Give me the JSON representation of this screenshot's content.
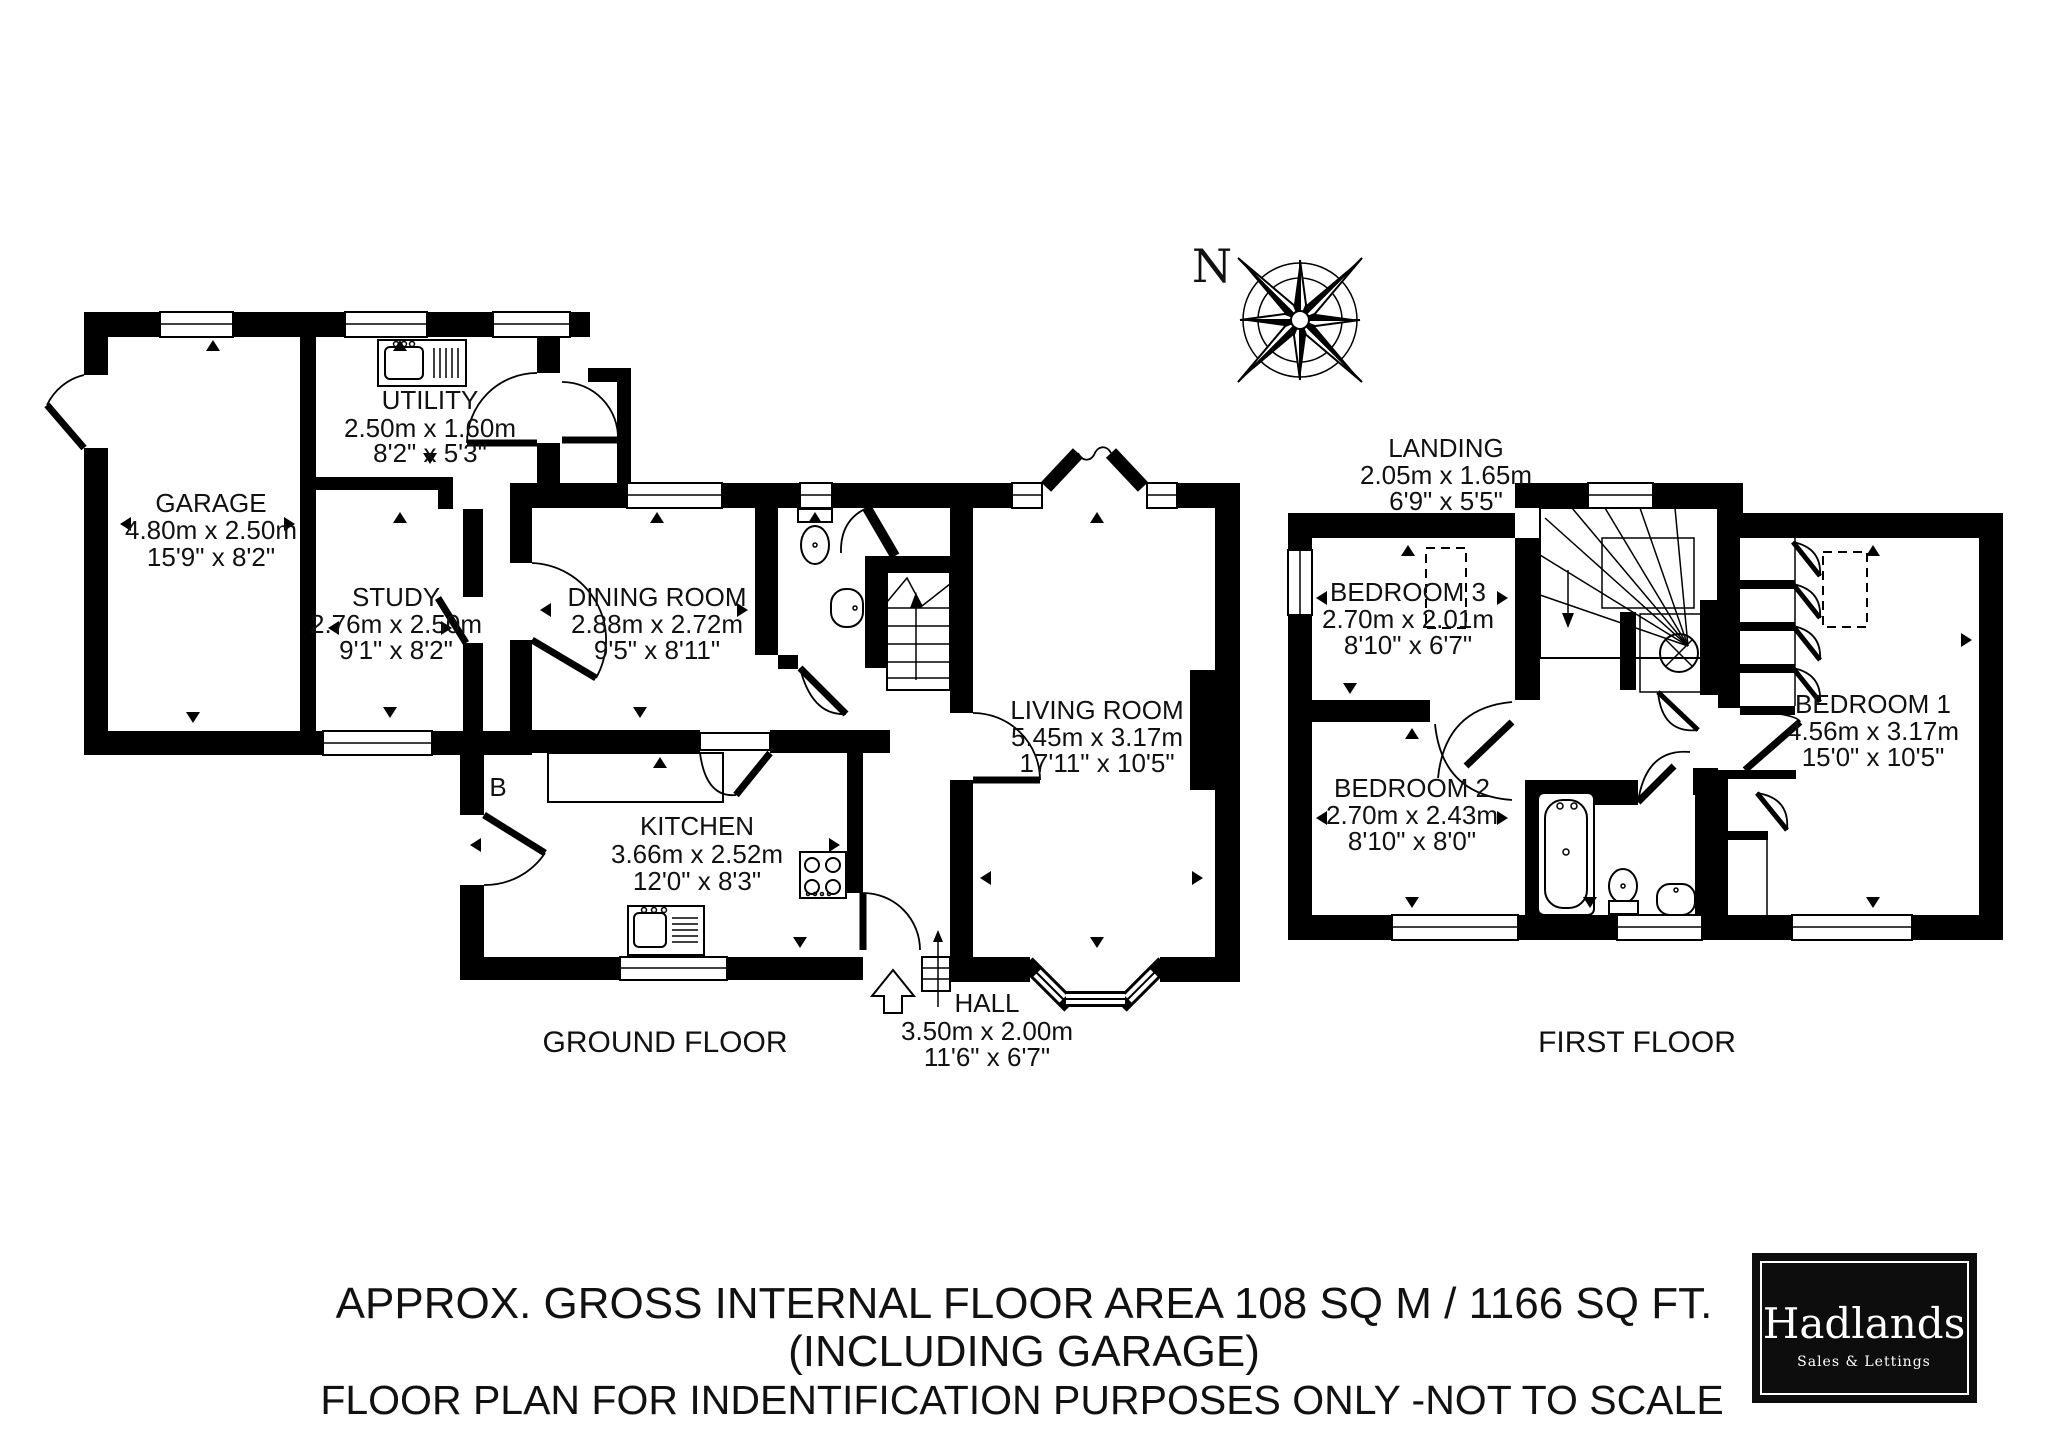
{
  "compass": {
    "north_label": "N"
  },
  "floors": {
    "ground": {
      "title": "GROUND FLOOR"
    },
    "first": {
      "title": "FIRST FLOOR"
    }
  },
  "rooms": {
    "garage": {
      "name": "GARAGE",
      "metric": "4.80m x 2.50m",
      "imperial": "15'9\" x 8'2\""
    },
    "utility": {
      "name": "UTILITY",
      "metric": "2.50m x 1.60m",
      "imperial": "8'2\" x 5'3\""
    },
    "study": {
      "name": "STUDY",
      "metric": "2.76m x 2.50m",
      "imperial": "9'1\" x 8'2\""
    },
    "dining": {
      "name": "DINING ROOM",
      "metric": "2.88m x 2.72m",
      "imperial": "9'5\" x 8'11\""
    },
    "living": {
      "name": "LIVING ROOM",
      "metric": "5.45m x 3.17m",
      "imperial": "17'11\" x 10'5\""
    },
    "kitchen": {
      "name": "KITCHEN",
      "metric": "3.66m x 2.52m",
      "imperial": "12'0\" x 8'3\""
    },
    "hall": {
      "name": "HALL",
      "metric": "3.50m x 2.00m",
      "imperial": "11'6\" x 6'7\""
    },
    "boiler": {
      "label": "B"
    },
    "landing": {
      "name": "LANDING",
      "metric": "2.05m x 1.65m",
      "imperial": "6'9\" x 5'5\""
    },
    "bedroom1": {
      "name": "BEDROOM 1",
      "metric": "4.56m x 3.17m",
      "imperial": "15'0\" x 10'5\""
    },
    "bedroom2": {
      "name": "BEDROOM 2",
      "metric": "2.70m x 2.43m",
      "imperial": "8'10\" x 8'0\""
    },
    "bedroom3": {
      "name": "BEDROOM 3",
      "metric": "2.70m x 2.01m",
      "imperial": "8'10\" x 6'7\""
    }
  },
  "footer": {
    "line1": "APPROX. GROSS INTERNAL FLOOR AREA  108 SQ M / 1166 SQ FT.",
    "line2": "(INCLUDING GARAGE)",
    "line3": "FLOOR PLAN FOR INDENTIFICATION PURPOSES ONLY -NOT TO SCALE"
  },
  "logo": {
    "name": "Hadlands",
    "tagline": "Sales & Lettings"
  }
}
